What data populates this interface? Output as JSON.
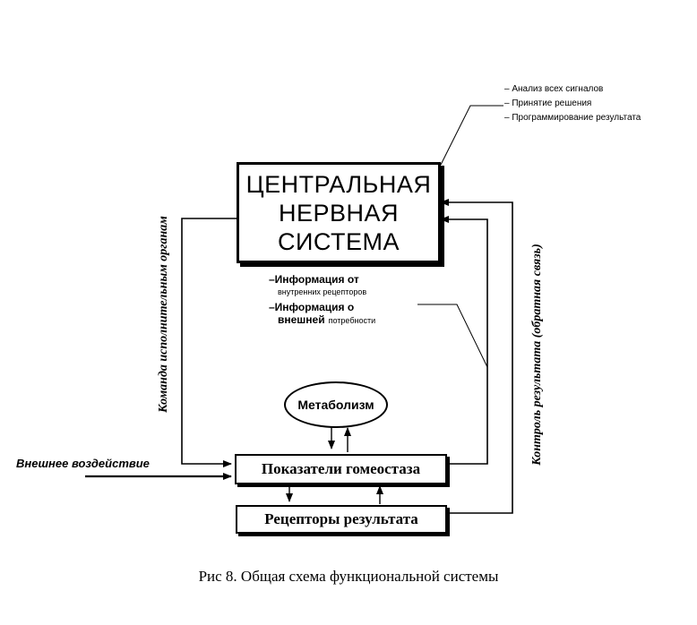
{
  "cns": {
    "line1": "ЦЕНТРАЛЬНАЯ",
    "line2": "НЕРВНАЯ",
    "line3": "СИСТЕМА"
  },
  "notes": [
    "– Анализ всех сигналов",
    "– Принятие решения",
    "– Программирование результата"
  ],
  "info": {
    "line1_bold": "–Информация от",
    "line1_small": "внутренних рецепторов",
    "line2_bold": "–Информация о",
    "line2_bold_b": "внешней",
    "line2_small": "потребности"
  },
  "metabolism": "Метаболизм",
  "homeostasis": "Показатели гомеостаза",
  "receptors": "Рецепторы результата",
  "external_influence": "Внешнее воздействие",
  "left_vertical": "Команда исполнительным органам",
  "right_vertical": "Контроль результата (обратная связь)",
  "caption": "Рис 8. Общая схема функциональной системы"
}
